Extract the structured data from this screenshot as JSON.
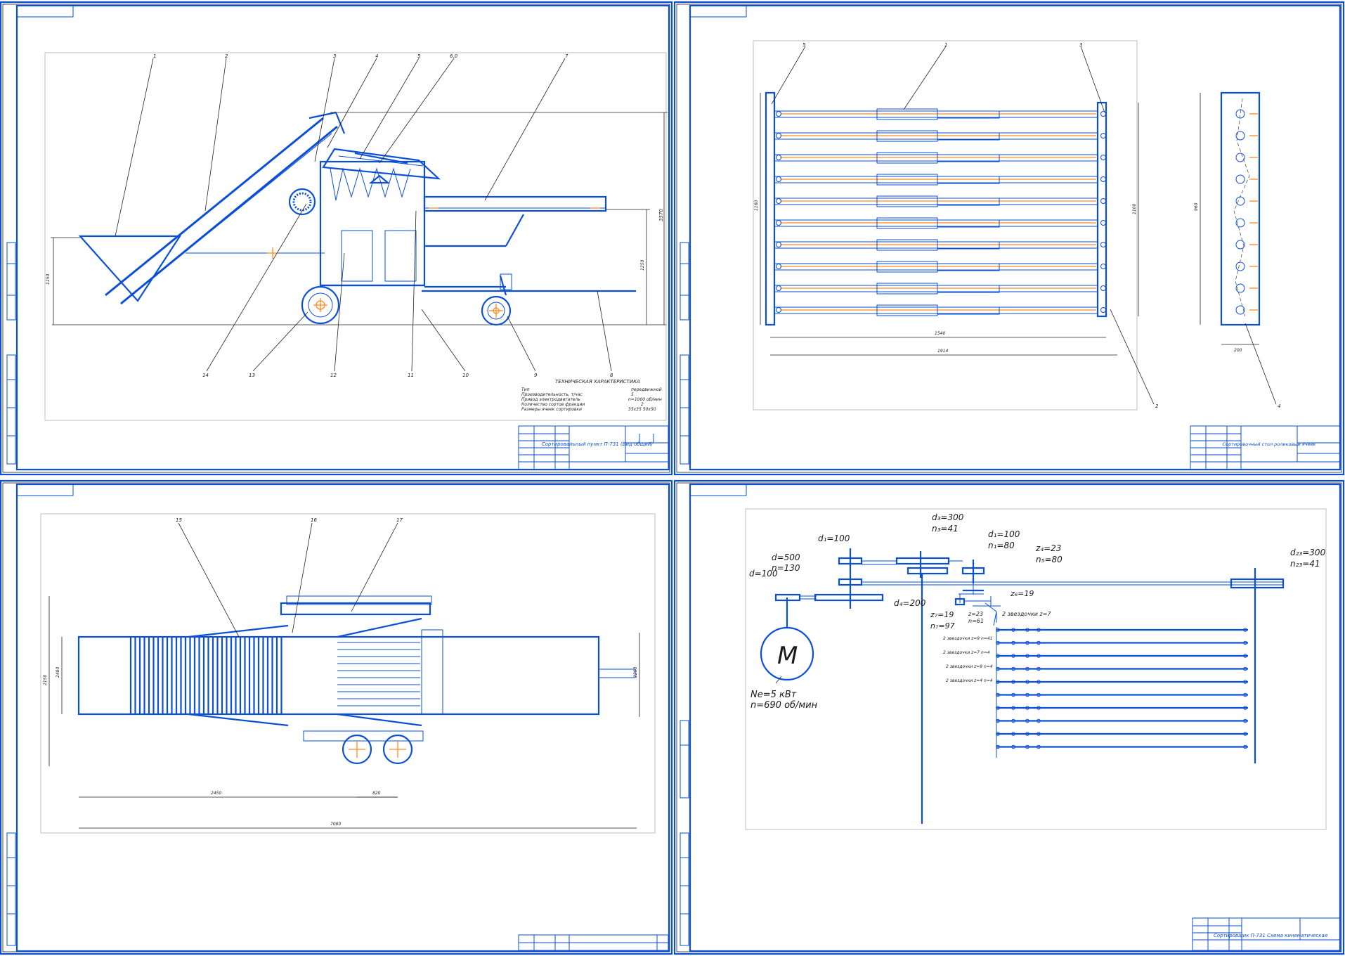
{
  "sheet1": {
    "callouts": [
      "1",
      "2",
      "3",
      "4",
      "5",
      "6.0",
      "7",
      "14",
      "13",
      "12",
      "11",
      "10",
      "9",
      "8"
    ],
    "spec_title": "ТЕХНИЧЕСКАЯ ХАРАКТЕРИСТИКА",
    "spec_rows": [
      {
        "label": "Тип",
        "value": "передвижной"
      },
      {
        "label": "Производительность, т/час",
        "value": "5"
      },
      {
        "label": "Привод электродвигатель",
        "value": "n=1000 об/мин"
      },
      {
        "label": "Количество сортов фракции",
        "value": "2"
      },
      {
        "label": "Размеры ячеек сортировки",
        "value": "35х35 50х50"
      }
    ],
    "title_block": "Сортировальный пункт П-731 (Вид общий)",
    "dims": [
      "1150",
      "1250",
      "3570"
    ]
  },
  "sheet2": {
    "callouts": [
      "5",
      "1",
      "3",
      "2",
      "4"
    ],
    "title_block": "Сортировочный стол роликовый ячеек",
    "dims": [
      "1540",
      "1914",
      "1100",
      "200",
      "960",
      "1160"
    ]
  },
  "sheet3": {
    "callouts": [
      "15",
      "16",
      "17"
    ],
    "dims": [
      "2450",
      "820",
      "7000",
      "2150",
      "2480",
      "2260"
    ]
  },
  "sheet4": {
    "labels": {
      "pulley_d500": "d=500",
      "n130": "n=130",
      "d100_left": "d=100",
      "d1_100": "d₁=100",
      "d3_300": "d₃=300",
      "n3_41": "n₃=41",
      "d4_200": "d₄=200",
      "d1_100b": "d₁=100",
      "n1_80": "n₁=80",
      "z4_23": "z₄=23",
      "n5_80": "n₅=80",
      "z6_19": "z₆=19",
      "z7_19": "z₇=19",
      "n7_97": "n₇=97",
      "z23": "z=23",
      "n61": "n=61",
      "dz_300": "d₂₃=300",
      "nz_41": "n₂₃=41",
      "note_top": "2 звездочки z=7"
    },
    "motor": {
      "symbol": "M",
      "power": "Ne=5 кВт",
      "speed": "n=690 об/мин"
    },
    "sprocket_notes": [
      "2 звездочки z=9 n=41",
      "2 звездочки z=7 n=4",
      "2 звездочки z=9 n=4",
      "2 звездочки z=4 n=4"
    ],
    "title_block": "Сортировщик П-731 Схема кинематическая"
  }
}
